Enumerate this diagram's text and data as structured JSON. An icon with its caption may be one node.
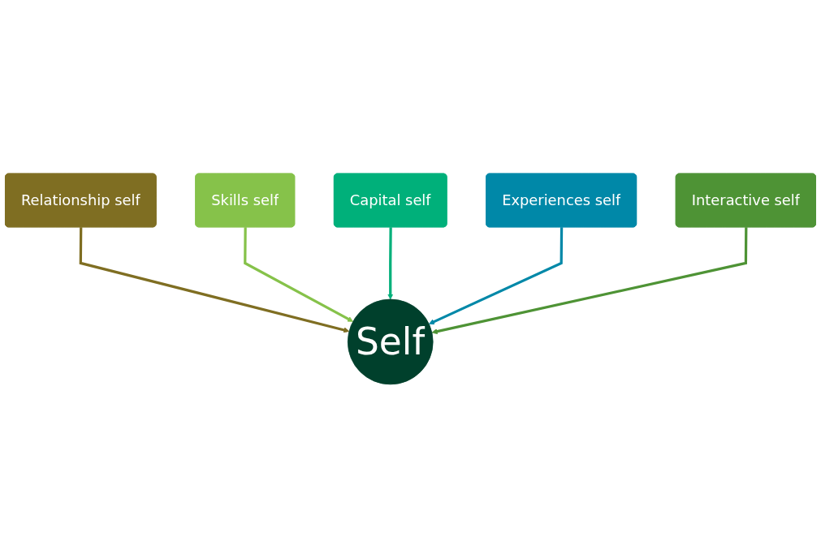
{
  "diagram": {
    "nodes": [
      {
        "text": [
          "Relationship self"
        ]
      },
      {
        "text": [
          "Skills self"
        ]
      },
      {
        "text": [
          "Self"
        ]
      },
      {
        "text": [
          "Capital self"
        ]
      },
      {
        "text": [
          "Experiences self"
        ]
      },
      {
        "text": [
          "Interactive self"
        ]
      }
    ],
    "edges": [
      {
        "from": 0,
        "to": 2,
        "arrow": "to",
        "color": "#7f6e22"
      },
      {
        "from": 1,
        "to": 2,
        "arrow": "to",
        "color": "#86c24a"
      },
      {
        "from": 3,
        "to": 2,
        "arrow": "to",
        "color": "#00b07a"
      },
      {
        "from": 4,
        "to": 2,
        "arrow": "to",
        "color": "#0088a8"
      },
      {
        "from": 5,
        "to": 2,
        "arrow": "to",
        "color": "#4e9335"
      }
    ]
  }
}
